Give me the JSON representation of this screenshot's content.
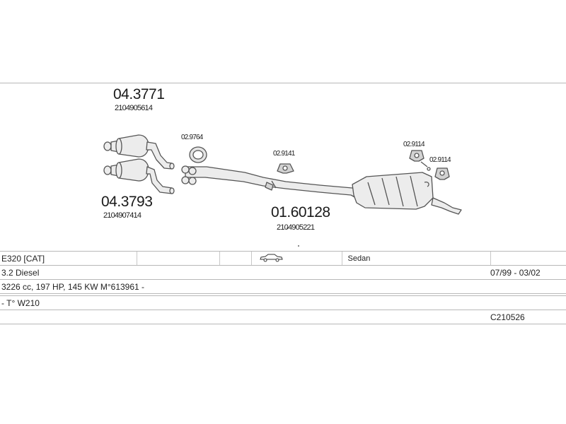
{
  "parts": {
    "cat_upper": {
      "number": "04.3771",
      "oem": "2104905614"
    },
    "cat_lower": {
      "number": "04.3793",
      "oem": "2104907414"
    },
    "gasket": {
      "number": "02.9764"
    },
    "hanger_mid": {
      "number": "02.9141"
    },
    "hanger_rear_left": {
      "number": "02.9114"
    },
    "hanger_rear_right": {
      "number": "02.9114"
    },
    "silencer": {
      "number": "01.60128",
      "oem": "2104905221"
    }
  },
  "vehicle": {
    "model": "E320  [CAT]",
    "body_icon": "car-sedan-icon",
    "body": "Sedan",
    "engine": "3.2 Diesel",
    "years": "07/99 - 03/02",
    "specs": "3226 cc, 197 HP, 145 KW M°613961 -",
    "type": "- T° W210",
    "code": "C210526"
  }
}
